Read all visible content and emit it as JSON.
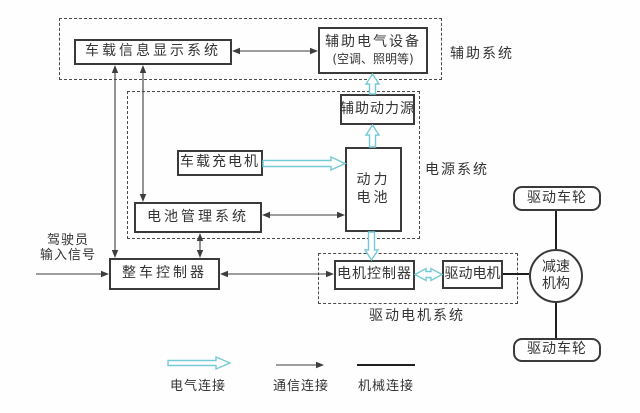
{
  "diagram": {
    "groups": {
      "aux": {
        "label": "辅助系统"
      },
      "power": {
        "label": "电源系统"
      },
      "drive": {
        "label": "驱动电机系统"
      }
    },
    "nodes": {
      "display": {
        "label": "车载信息显示系统"
      },
      "aux_equipment": {
        "line1": "辅助电气设备",
        "line2": "(空调、照明等)"
      },
      "aux_power": {
        "label": "辅助动力源"
      },
      "charger": {
        "label": "车载充电机"
      },
      "battery": {
        "line1": "动力",
        "line2": "电池"
      },
      "bms": {
        "label": "电池管理系统"
      },
      "vcu": {
        "label": "整车控制器"
      },
      "mcu": {
        "label": "电机控制器"
      },
      "motor": {
        "label": "驱动电机"
      },
      "reducer": {
        "line1": "减速",
        "line2": "机构"
      },
      "wheel_top": {
        "label": "驱动车轮"
      },
      "wheel_bottom": {
        "label": "驱动车轮"
      }
    },
    "driver_input": {
      "line1": "驾驶员",
      "line2": "输入信号"
    },
    "legend": {
      "electrical": "电气连接",
      "communication": "通信连接",
      "mechanical": "机械连接"
    },
    "colors": {
      "electrical_connection": "#74cbd5",
      "line": "#3d3d3d"
    }
  }
}
